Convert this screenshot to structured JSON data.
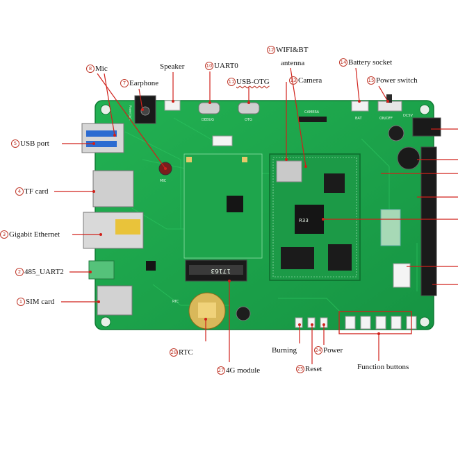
{
  "labels": {
    "mic": {
      "num": "8",
      "text": "Mic"
    },
    "earphone": {
      "num": "7",
      "text": "Earphone"
    },
    "speaker": {
      "num": "",
      "text": "Speaker"
    },
    "uart0": {
      "num": "10",
      "text": "UART0"
    },
    "usb_otg": {
      "num": "11",
      "text": "USB-OTG"
    },
    "wifi_bt": {
      "num": "12",
      "text": "WIFI&BT"
    },
    "antenna": {
      "num": "",
      "text": "antenna"
    },
    "camera": {
      "num": "13",
      "text": "Camera"
    },
    "battery_socket": {
      "num": "14",
      "text": "Battery socket"
    },
    "power_switch": {
      "num": "15",
      "text": "Power switch"
    },
    "usb_port": {
      "num": "5",
      "text": "USB port"
    },
    "tf_card": {
      "num": "4",
      "text": "TF card"
    },
    "gigabit_ethernet": {
      "num": "3",
      "text": "Gigabit Ethernet"
    },
    "uart2_485": {
      "num": "2",
      "text": "485_UART2"
    },
    "sim_card": {
      "num": "1",
      "text": "SIM card"
    },
    "rtc": {
      "num": "28",
      "text": "RTC"
    },
    "module_4g": {
      "num": "27",
      "text": "4G module"
    },
    "burning": {
      "num": "",
      "text": "Burning"
    },
    "power": {
      "num": "24",
      "text": "Power"
    },
    "reset": {
      "num": "25",
      "text": "Reset"
    },
    "function_buttons": {
      "num": "",
      "text": "Function buttons"
    }
  },
  "silkscreen": {
    "debug": "DEBUG",
    "otg": "OTG",
    "camera": "CAMERA",
    "bat": "BAT",
    "on_off": "ON/OFF",
    "dc5v": "DC5V",
    "mic": "MIC",
    "rtc": "RTC",
    "power_jack": "Power Jack",
    "module_code": "17163",
    "chip": "R33"
  },
  "colors": {
    "pcb": "#1aa34a",
    "pcb_dark": "#138a3b",
    "leader": "#d0201a"
  }
}
